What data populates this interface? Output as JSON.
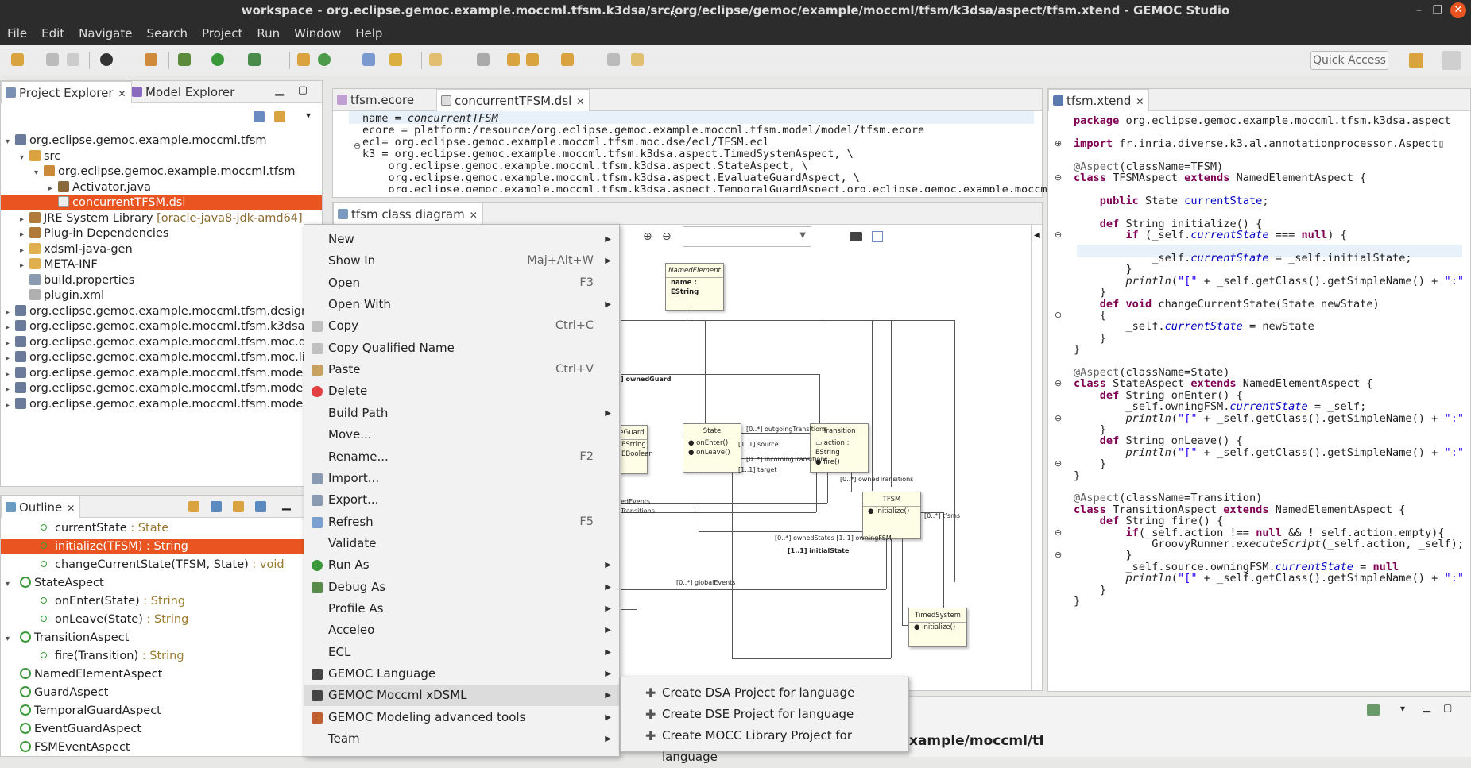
{
  "window": {
    "title": "workspace - org.eclipse.gemoc.example.moccml.tfsm.k3dsa/src/org/eclipse/gemoc/example/moccml/tfsm/k3dsa/aspect/tfsm.xtend - GEMOC Studio",
    "close": "✕",
    "minimize": "–",
    "maximize": "❐"
  },
  "menubar": [
    "File",
    "Edit",
    "Navigate",
    "Search",
    "Project",
    "Run",
    "Window",
    "Help"
  ],
  "quick_access": "Quick Access",
  "project_explorer": {
    "tabs": [
      "Project Explorer",
      "Model Explorer"
    ],
    "rows": [
      {
        "label": "org.eclipse.gemoc.example.moccml.tfsm",
        "depth": 0,
        "tw": "▾",
        "icon": "project-icon"
      },
      {
        "label": "src",
        "depth": 1,
        "tw": "▾",
        "icon": "source-folder-icon"
      },
      {
        "label": "org.eclipse.gemoc.example.moccml.tfsm",
        "depth": 2,
        "tw": "▾",
        "icon": "package-icon"
      },
      {
        "label": "Activator.java",
        "depth": 3,
        "tw": "▸",
        "icon": "java-file-icon"
      },
      {
        "label": "concurrentTFSM.dsl",
        "depth": 3,
        "tw": "",
        "icon": "file-icon",
        "selected": true
      },
      {
        "label": "JRE System Library",
        "suffix": " [oracle-java8-jdk-amd64]",
        "depth": 1,
        "tw": "▸",
        "icon": "library-icon"
      },
      {
        "label": "Plug-in Dependencies",
        "depth": 1,
        "tw": "▸",
        "icon": "library-icon"
      },
      {
        "label": "xdsml-java-gen",
        "depth": 1,
        "tw": "▸",
        "icon": "folder-icon"
      },
      {
        "label": "META-INF",
        "depth": 1,
        "tw": "▸",
        "icon": "folder-icon"
      },
      {
        "label": "build.properties",
        "depth": 1,
        "tw": "",
        "icon": "properties-icon"
      },
      {
        "label": "plugin.xml",
        "depth": 1,
        "tw": "",
        "icon": "xml-icon"
      },
      {
        "label": "org.eclipse.gemoc.example.moccml.tfsm.design",
        "depth": 0,
        "tw": "▸",
        "icon": "project-icon"
      },
      {
        "label": "org.eclipse.gemoc.example.moccml.tfsm.k3dsa",
        "depth": 0,
        "tw": "▸",
        "icon": "project-icon"
      },
      {
        "label": "org.eclipse.gemoc.example.moccml.tfsm.moc.dse",
        "depth": 0,
        "tw": "▸",
        "icon": "project-icon"
      },
      {
        "label": "org.eclipse.gemoc.example.moccml.tfsm.moc.lib",
        "depth": 0,
        "tw": "▸",
        "icon": "project-icon"
      },
      {
        "label": "org.eclipse.gemoc.example.moccml.tfsm.model",
        "depth": 0,
        "tw": "▸",
        "icon": "project-icon"
      },
      {
        "label": "org.eclipse.gemoc.example.moccml.tfsm.model.e",
        "depth": 0,
        "tw": "▸",
        "icon": "project-icon"
      },
      {
        "label": "org.eclipse.gemoc.example.moccml.tfsm.model.e",
        "depth": 0,
        "tw": "▸",
        "icon": "project-icon"
      }
    ]
  },
  "outline": {
    "title": "Outline",
    "rows": [
      {
        "name": "currentState",
        "type": " : State",
        "depth": 2,
        "tw": ""
      },
      {
        "name": "initialize(TFSM)",
        "type": " : String",
        "depth": 2,
        "tw": "",
        "selected": true
      },
      {
        "name": "changeCurrentState(TFSM, State)",
        "type": " : void",
        "depth": 2,
        "tw": ""
      },
      {
        "name": "StateAspect",
        "type": "",
        "depth": 1,
        "tw": "▾"
      },
      {
        "name": "onEnter(State)",
        "type": " : String",
        "depth": 2,
        "tw": ""
      },
      {
        "name": "onLeave(State)",
        "type": " : String",
        "depth": 2,
        "tw": ""
      },
      {
        "name": "TransitionAspect",
        "type": "",
        "depth": 1,
        "tw": "▾"
      },
      {
        "name": "fire(Transition)",
        "type": " : String",
        "depth": 2,
        "tw": ""
      },
      {
        "name": "NamedElementAspect",
        "type": "",
        "depth": 1,
        "tw": ""
      },
      {
        "name": "GuardAspect",
        "type": "",
        "depth": 1,
        "tw": ""
      },
      {
        "name": "TemporalGuardAspect",
        "type": "",
        "depth": 1,
        "tw": ""
      },
      {
        "name": "EventGuardAspect",
        "type": "",
        "depth": 1,
        "tw": ""
      },
      {
        "name": "FSMEventAspect",
        "type": "",
        "depth": 1,
        "tw": ""
      }
    ]
  },
  "dsl_editor": {
    "tabs": [
      "tfsm.ecore",
      "concurrentTFSM.dsl"
    ],
    "lines": [
      "name = concurrentTFSM",
      "ecore = platform:/resource/org.eclipse.gemoc.example.moccml.tfsm.model/model/tfsm.ecore",
      "ecl= org.eclipse.gemoc.example.moccml.tfsm.moc.dse/ecl/TFSM.ecl",
      "k3 = org.eclipse.gemoc.example.moccml.tfsm.k3dsa.aspect.TimedSystemAspect, \\",
      "    org.eclipse.gemoc.example.moccml.tfsm.k3dsa.aspect.StateAspect, \\",
      "    org.eclipse.gemoc.example.moccml.tfsm.k3dsa.aspect.EvaluateGuardAspect, \\",
      "    org.eclipse.gemoc.example.moccml.tfsm.k3dsa.aspect.TemporalGuardAspect,org.eclipse.gemoc.example.moccml"
    ]
  },
  "diagram": {
    "tab": "tfsm class diagram",
    "classes": {
      "named": {
        "name": "NamedElement",
        "attr": "name : EString"
      },
      "guard": {
        "name": "eGuard",
        "attrs": [
          "EString",
          "EBoolean"
        ]
      },
      "state": {
        "name": "State",
        "ops": [
          "onEnter()",
          "onLeave()"
        ]
      },
      "transition": {
        "name": "Transition",
        "attrs": [
          "action : EString"
        ],
        "ops": [
          "fire()"
        ]
      },
      "tfsm": {
        "name": "TFSM",
        "ops": [
          "initialize()"
        ]
      },
      "timed": {
        "name": "TimedSystem",
        "ops": [
          "initialize()"
        ]
      }
    },
    "labels": {
      "ownedGuard": "] ownedGuard",
      "outgoing": "[0..*] outgoingTransitions",
      "source": "[1..1] source",
      "incoming": "[0..*] incomingTransitions",
      "target": "[1..1] target",
      "ownedTransitions": "[0..*] ownedTransitions",
      "ownedEvents": "edEvents",
      "transitions": "Transitions",
      "tfsms": "[0..*] tfsms",
      "ownedStates": "[0..*] ownedStates [1..1] owningFSM",
      "initialState": "[1..1] initialState",
      "globalEvents": "[0..*] globalEvents"
    },
    "path": "xample/moccml/tfsm"
  },
  "xtend_editor": {
    "tab": "tfsm.xtend"
  },
  "context_menu": [
    {
      "label": "New",
      "arrow": true
    },
    {
      "label": "Show In",
      "accel": "Maj+Alt+W",
      "arrow": true
    },
    {
      "label": "Open",
      "accel": "F3"
    },
    {
      "label": "Open With",
      "arrow": true
    },
    {
      "label": "Copy",
      "accel": "Ctrl+C",
      "icon": "copy-icon"
    },
    {
      "label": "Copy Qualified Name",
      "icon": "copy-qualified-name-icon"
    },
    {
      "label": "Paste",
      "accel": "Ctrl+V",
      "icon": "paste-icon"
    },
    {
      "label": "Delete",
      "icon": "delete-icon"
    },
    {
      "label": "Build Path",
      "arrow": true
    },
    {
      "label": "Move..."
    },
    {
      "label": "Rename...",
      "accel": "F2"
    },
    {
      "label": "Import...",
      "icon": "import-icon"
    },
    {
      "label": "Export...",
      "icon": "export-icon"
    },
    {
      "label": "Refresh",
      "accel": "F5",
      "icon": "refresh-icon"
    },
    {
      "label": "Validate"
    },
    {
      "label": "Run As",
      "arrow": true,
      "icon": "run-icon"
    },
    {
      "label": "Debug As",
      "arrow": true,
      "icon": "debug-icon"
    },
    {
      "label": "Profile As",
      "arrow": true
    },
    {
      "label": "Acceleo",
      "arrow": true
    },
    {
      "label": "ECL",
      "arrow": true
    },
    {
      "label": "GEMOC Language",
      "arrow": true,
      "icon": "gemoc-icon"
    },
    {
      "label": "GEMOC Moccml xDSML",
      "arrow": true,
      "icon": "gemoc-icon",
      "highlighted": true
    },
    {
      "label": "GEMOC Modeling advanced tools",
      "arrow": true,
      "icon": "gemoc-tools-icon"
    },
    {
      "label": "Team",
      "arrow": true
    }
  ],
  "submenu": [
    "Create DSA Project for language",
    "Create DSE Project for language",
    "Create MOCC Library Project for language"
  ]
}
